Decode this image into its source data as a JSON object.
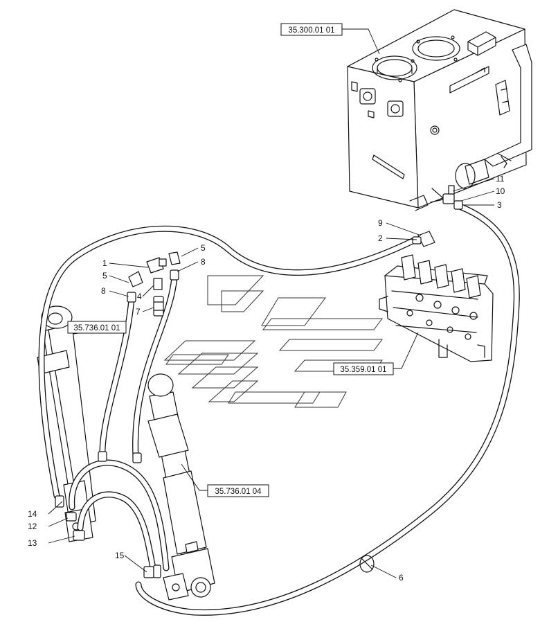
{
  "references": {
    "tank": "35.300.01 01",
    "cylinder_left": "35.736.01 01",
    "valve": "35.359.01 01",
    "cylinder_right": "35.736.01 04"
  },
  "callouts": {
    "n1": "1",
    "n2": "2",
    "n3": "3",
    "n4": "4",
    "n5a": "5",
    "n5b": "5",
    "n6": "6",
    "n7": "7",
    "n8a": "8",
    "n8b": "8",
    "n9": "9",
    "n10": "10",
    "n11": "11",
    "n12": "12",
    "n13": "13",
    "n14": "14",
    "n15": "15"
  }
}
